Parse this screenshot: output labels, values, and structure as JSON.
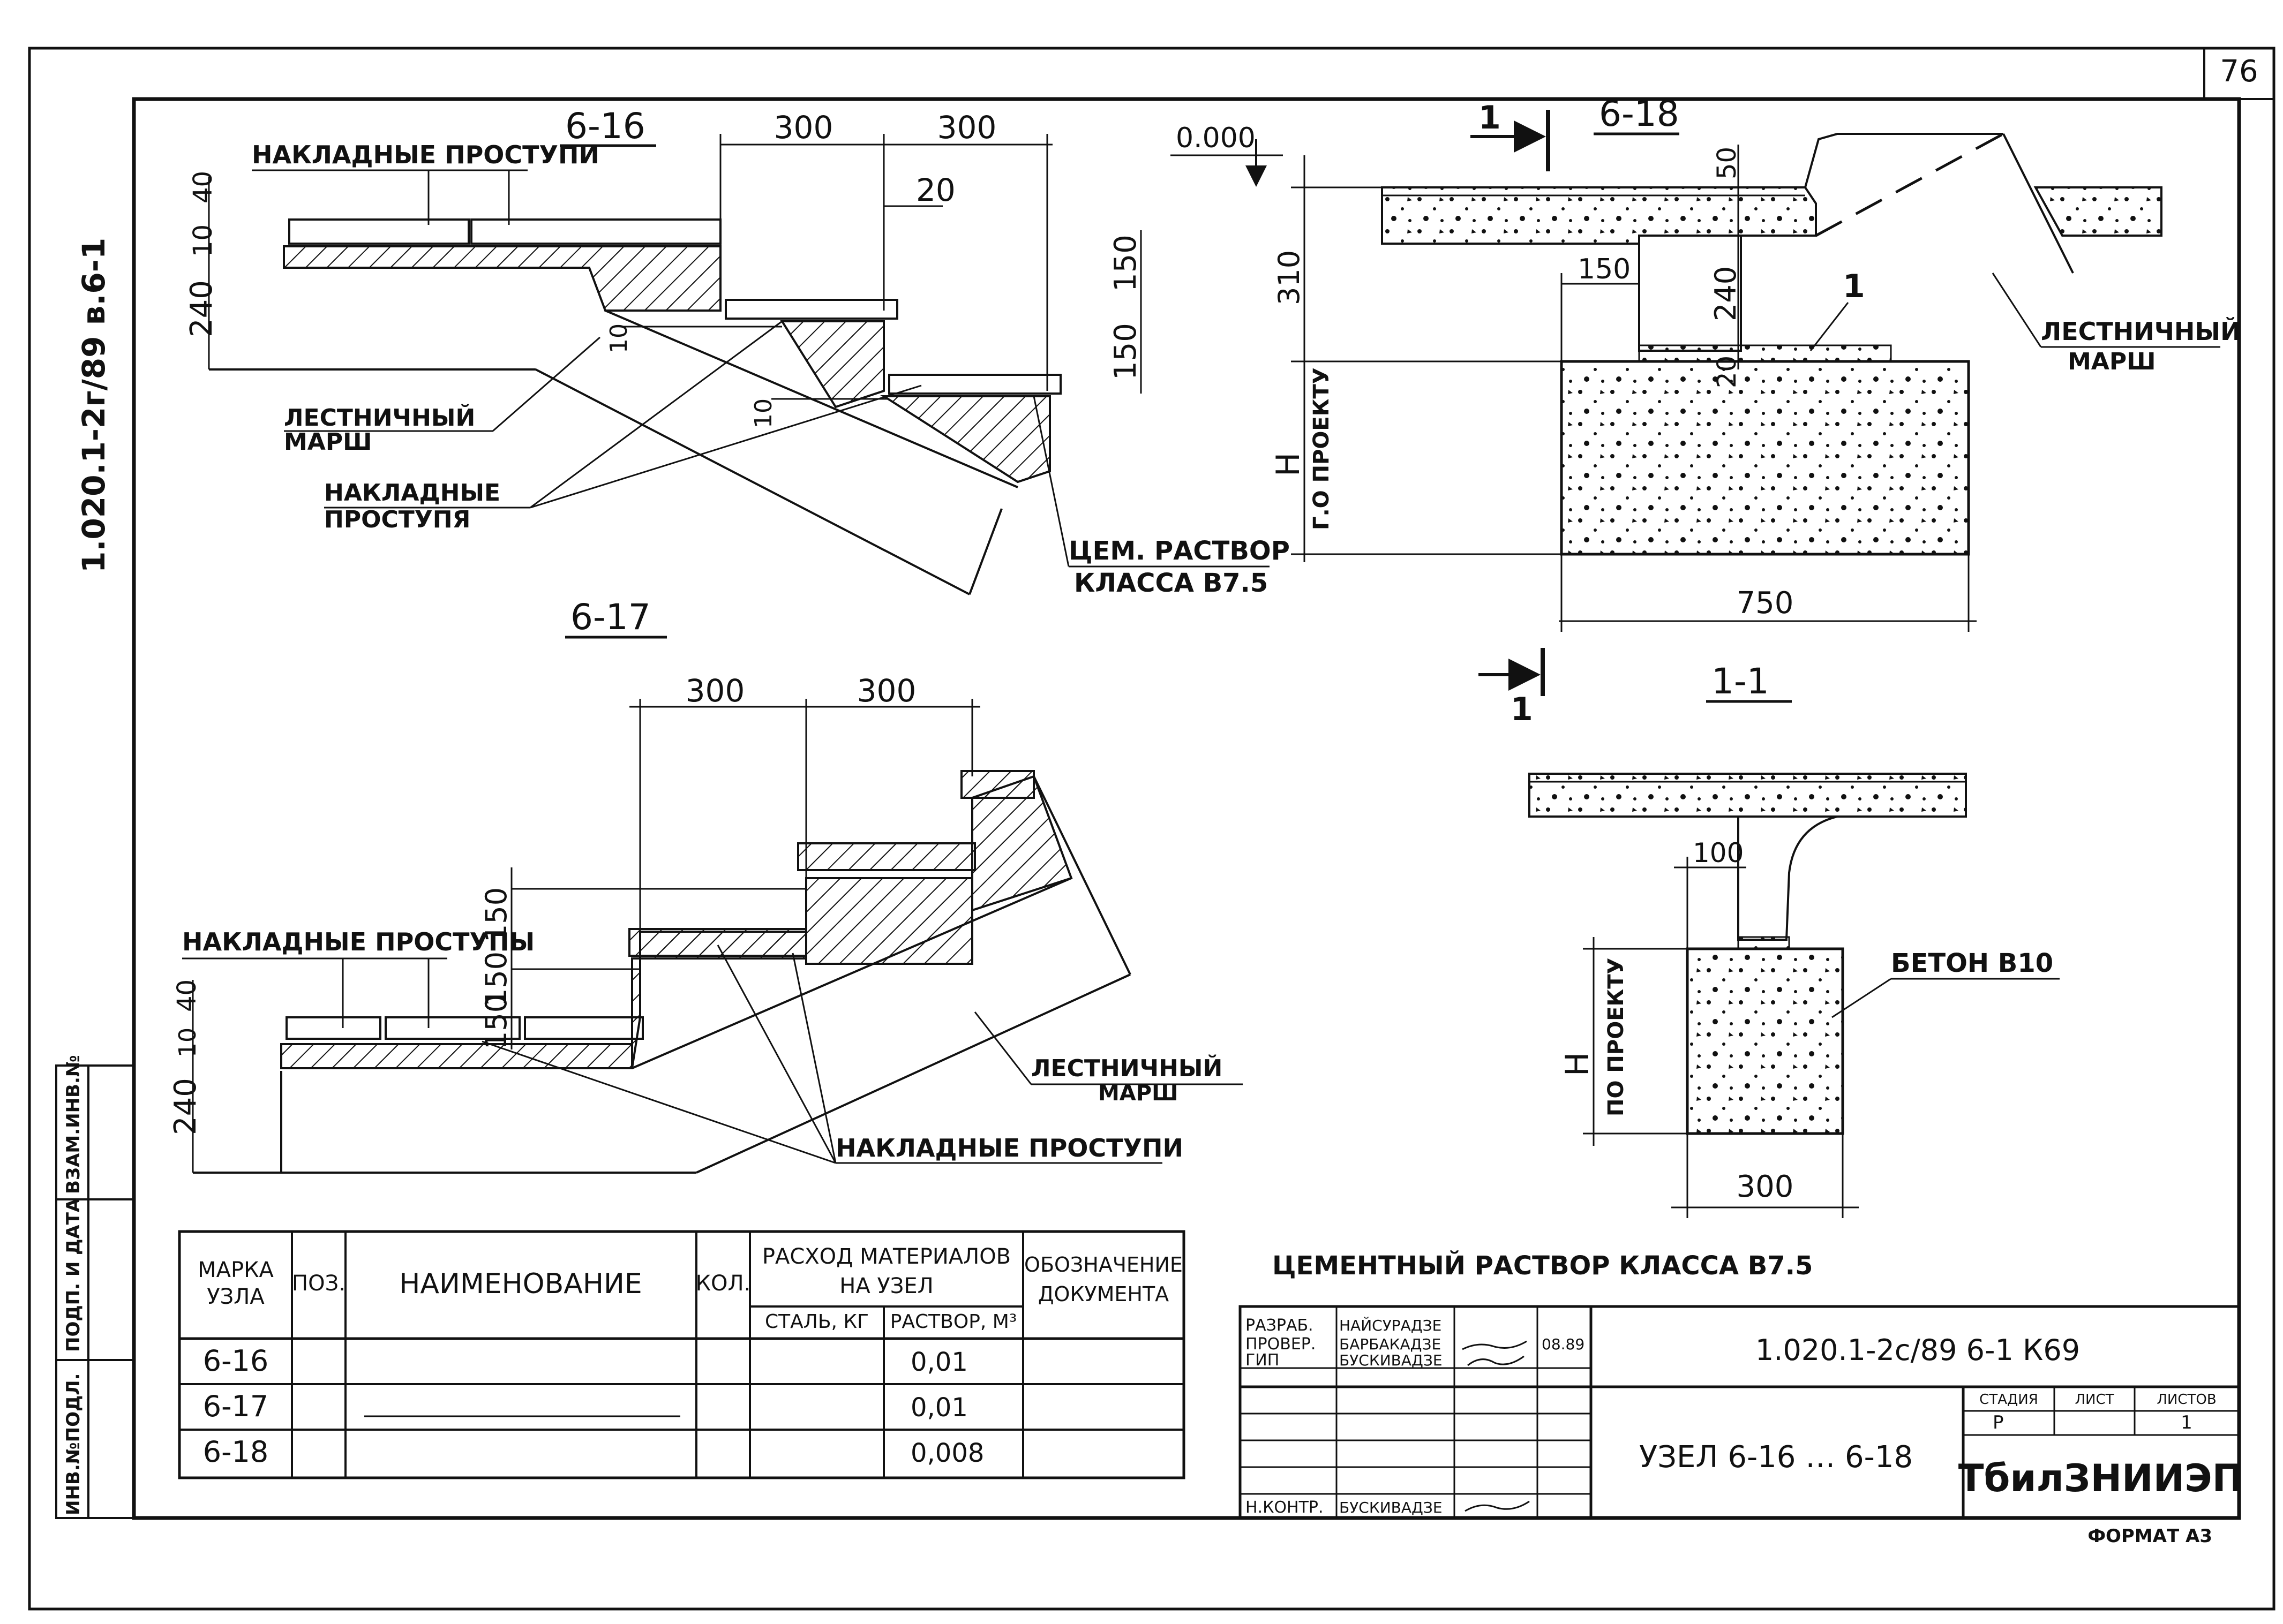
{
  "sheet": {
    "page_number": "76",
    "side_code": "1.020.1-2г/89 в.6-1",
    "format": "ФОРМАТ А3",
    "side_stamps": [
      "ВЗАМ.ИНВ.№",
      "ПОДП. И ДАТА",
      "ИНВ.№ПОДЛ."
    ]
  },
  "node_6_16": {
    "title": "6-16",
    "dim_top": [
      "300",
      "300"
    ],
    "dim_20": "20",
    "dim_left": [
      "40",
      "10",
      "240"
    ],
    "dim_right": [
      "150",
      "150"
    ],
    "dim_small": [
      "10",
      "10"
    ],
    "label_overlays_top": "НАКЛАДНЫЕ ПРОСТУПИ",
    "label_flight_1": "ЛЕСТНИЧНЫЙ",
    "label_flight_2": "МАРШ",
    "label_overlays_bottom_1": "НАКЛАДНЫЕ",
    "label_overlays_bottom_2": "ПРОСТУПЯ",
    "label_mortar_1": "ЦЕМ. РАСТВОР",
    "label_mortar_2": "КЛАССА В7.5"
  },
  "node_6_17": {
    "title": "6-17",
    "dim_top": [
      "300",
      "300"
    ],
    "dim_right": [
      "150",
      "150",
      "150"
    ],
    "dim_left": [
      "40",
      "10",
      "240"
    ],
    "label_overlays_left": "НАКЛАДНЫЕ ПРОСТУПЫ",
    "label_flight_1": "ЛЕСТНИЧНЫЙ",
    "label_flight_2": "МАРШ",
    "label_overlays_bottom": "НАКЛАДНЫЕ ПРОСТУПИ"
  },
  "node_6_18": {
    "title": "6-18",
    "section_marker": "1",
    "level": "0.000",
    "dim_50": "50",
    "dim_310": "310",
    "dim_150": "150",
    "dim_240": "240",
    "dim_20": "20",
    "dim_750": "750",
    "dim_H": "Н",
    "dim_H_note": "Г.О ПРОЕКТУ",
    "pos_1": "1",
    "label_flight_1": "ЛЕСТНИЧНЫЙ",
    "label_flight_2": "МАРШ"
  },
  "section_1_1": {
    "title": "1-1",
    "section_marker": "1",
    "dim_100": "100",
    "dim_300": "300",
    "dim_H": "Н",
    "dim_H_note": "ПО ПРОЕКТУ",
    "label_concrete": "БЕТОН В10"
  },
  "note_mortar": "ЦЕМЕНТНЫЙ РАСТВОР КЛАССА В7.5",
  "spec_table": {
    "headers": {
      "mark_1": "МАРКА",
      "mark_2": "УЗЛА",
      "pos": "ПОЗ.",
      "name": "НАИМЕНОВАНИЕ",
      "qty": "КОЛ.",
      "consumption_1": "РАСХОД МАТЕРИАЛОВ",
      "consumption_2": "НА УЗЕЛ",
      "steel": "СТАЛЬ, КГ",
      "mortar": "РАСТВОР, М³",
      "doc_1": "ОБОЗНАЧЕНИЕ",
      "doc_2": "ДОКУМЕНТА"
    },
    "rows": [
      {
        "mark": "6-16",
        "mortar": "0,01"
      },
      {
        "mark": "6-17",
        "mortar": "0,01"
      },
      {
        "mark": "6-18",
        "mortar": "0,008"
      }
    ]
  },
  "title_block": {
    "roles": [
      "РАЗРАБ.",
      "ПРОВЕР.",
      "ГИП",
      "Н.КОНТР."
    ],
    "names": [
      "НАЙСУРАДЗЕ",
      "БАРБАКАДЗЕ",
      "БУСКИВАДЗЕ",
      "БУСКИВАДЗЕ"
    ],
    "date": "08.89",
    "code": "1.020.1-2с/89   6-1   К69",
    "node_title": "УЗЕЛ 6-16 … 6-18",
    "stage_label": "СТАДИЯ",
    "sheet_label": "ЛИСТ",
    "sheets_label": "ЛИСТОВ",
    "stage": "Р",
    "sheets": "1",
    "org": "ТбилЗНИИЭП"
  }
}
